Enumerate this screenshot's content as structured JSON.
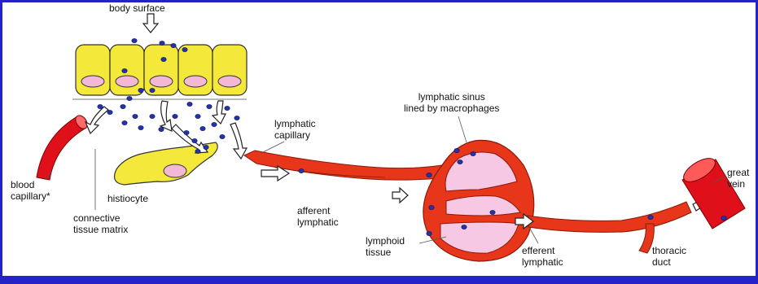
{
  "labels": {
    "body_surface": "body surface",
    "lymphatic_capillary": "lymphatic\ncapillary",
    "blood_capillary": "blood\ncapillary*",
    "histiocyte": "histiocyte",
    "connective_tissue_matrix": "connective\ntissue matrix",
    "afferent_lymphatic": "afferent\nlymphatic",
    "lymphatic_sinus": "lymphatic sinus\nlined by macrophages",
    "lymphoid_tissue": "lymphoid\ntissue",
    "efferent_lymphatic": "efferent\nlymphatic",
    "thoracic_duct": "thoracic\nduct",
    "great_vein": "great\nvein"
  },
  "colors": {
    "frame": "#2323c8",
    "epithelium": "#f4e93a",
    "nucleus": "#f2b8d6",
    "vessel": "#e8361a",
    "blood_vessel": "#e0101a",
    "lymph_cell": "#2434a8",
    "sinus": "#f7c8e4"
  }
}
